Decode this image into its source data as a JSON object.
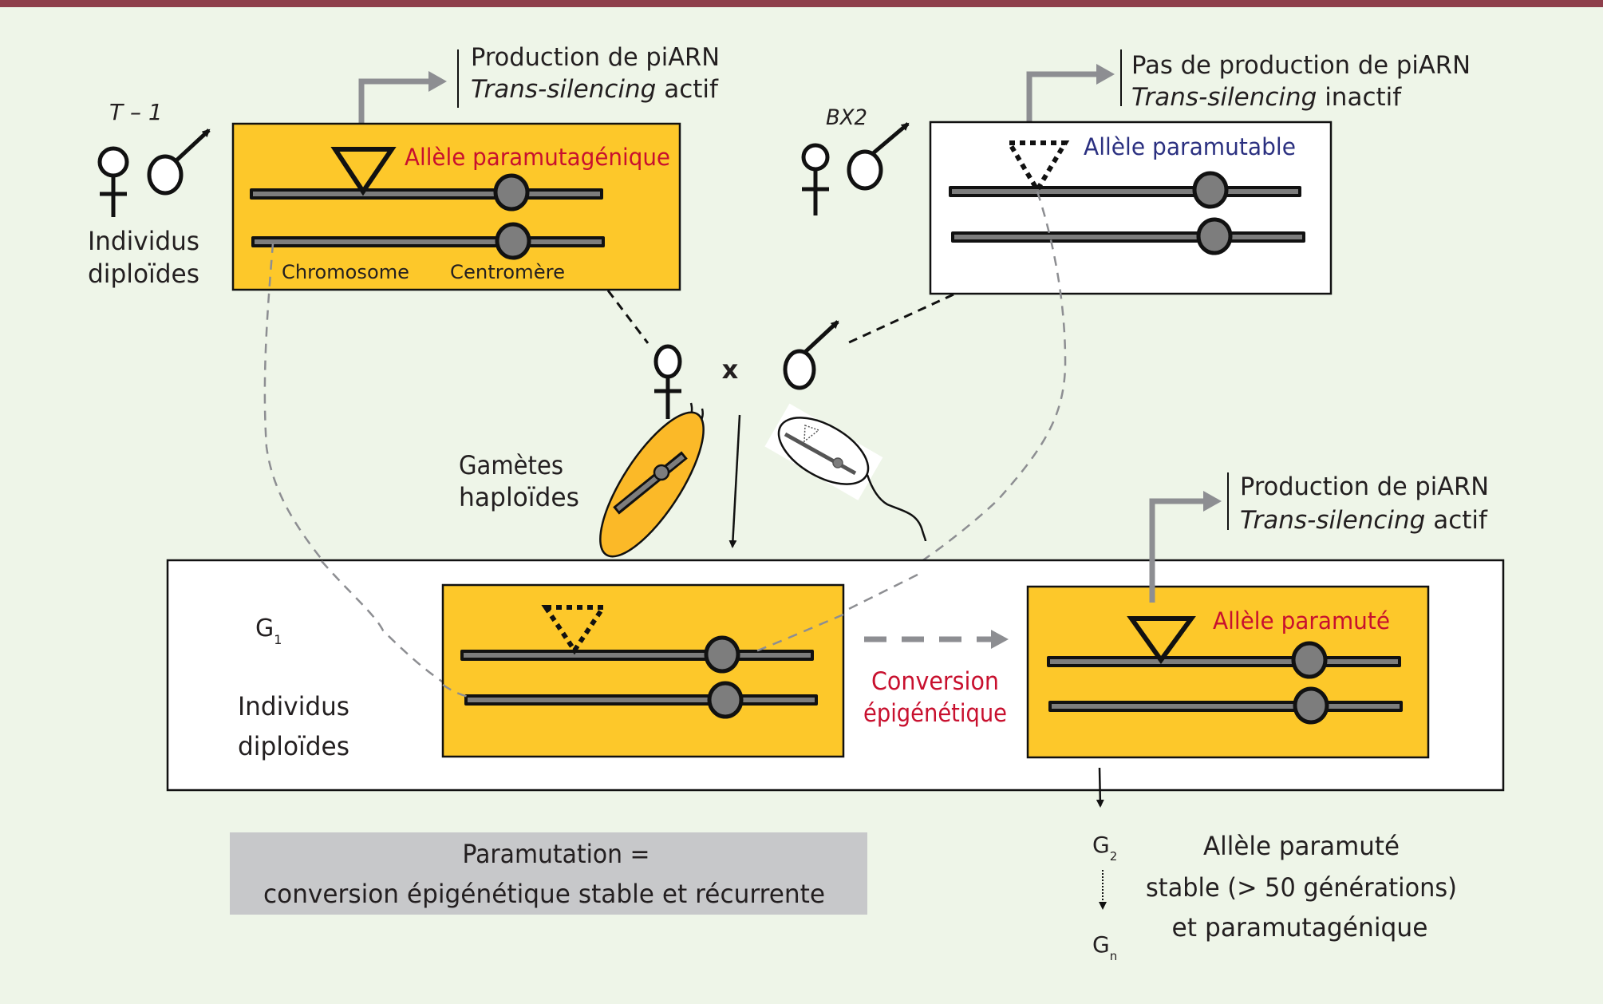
{
  "colors": {
    "background": "#eef5e8",
    "top_bar": "#8e3f4b",
    "yellow_box": "#fdc82a",
    "red_text": "#c8102e",
    "navy_text": "#2b3080",
    "gray_box": "#c7c8ca",
    "arrow_gray": "#8d8e92"
  },
  "parent_left": {
    "strain": "T – 1",
    "individuals_line1": "Individus",
    "individuals_line2": "diploïdes",
    "output_line1": "Production de piARN",
    "output_line2_italic": "Trans-silencing",
    "output_line2_rest": " actif",
    "allele_label": "Allèle paramutagénique",
    "chromosome_label": "Chromosome",
    "centromere_label": "Centromère"
  },
  "parent_right": {
    "strain": "BX2",
    "output_line1": "Pas de production  de piARN",
    "output_line2_italic": "Trans-silencing",
    "output_line2_rest": "  inactif",
    "allele_label": "Allèle paramutable"
  },
  "cross": {
    "cross_symbol": "x",
    "gametes_line1": "Gamètes",
    "gametes_line2": "haploïdes"
  },
  "g1": {
    "generation": "G",
    "generation_sub": "1",
    "individuals_line1": "Individus",
    "individuals_line2": "diploïdes",
    "conversion_line1": "Conversion",
    "conversion_line2": "épigénétique",
    "output_line1": "Production de piARN",
    "output_line2_italic": "Trans-silencing",
    "output_line2_rest": "  actif",
    "allele_label": "Allèle paramuté"
  },
  "descendants": {
    "g2": "G",
    "g2_sub": "2",
    "gn": "G",
    "gn_sub": "n",
    "line1": "Allèle paramuté",
    "line2": "stable (> 50 générations)",
    "line3": "et paramutagénique"
  },
  "definition": {
    "line1": "Paramutation =",
    "line2": "conversion épigénétique  stable et récurrente"
  }
}
